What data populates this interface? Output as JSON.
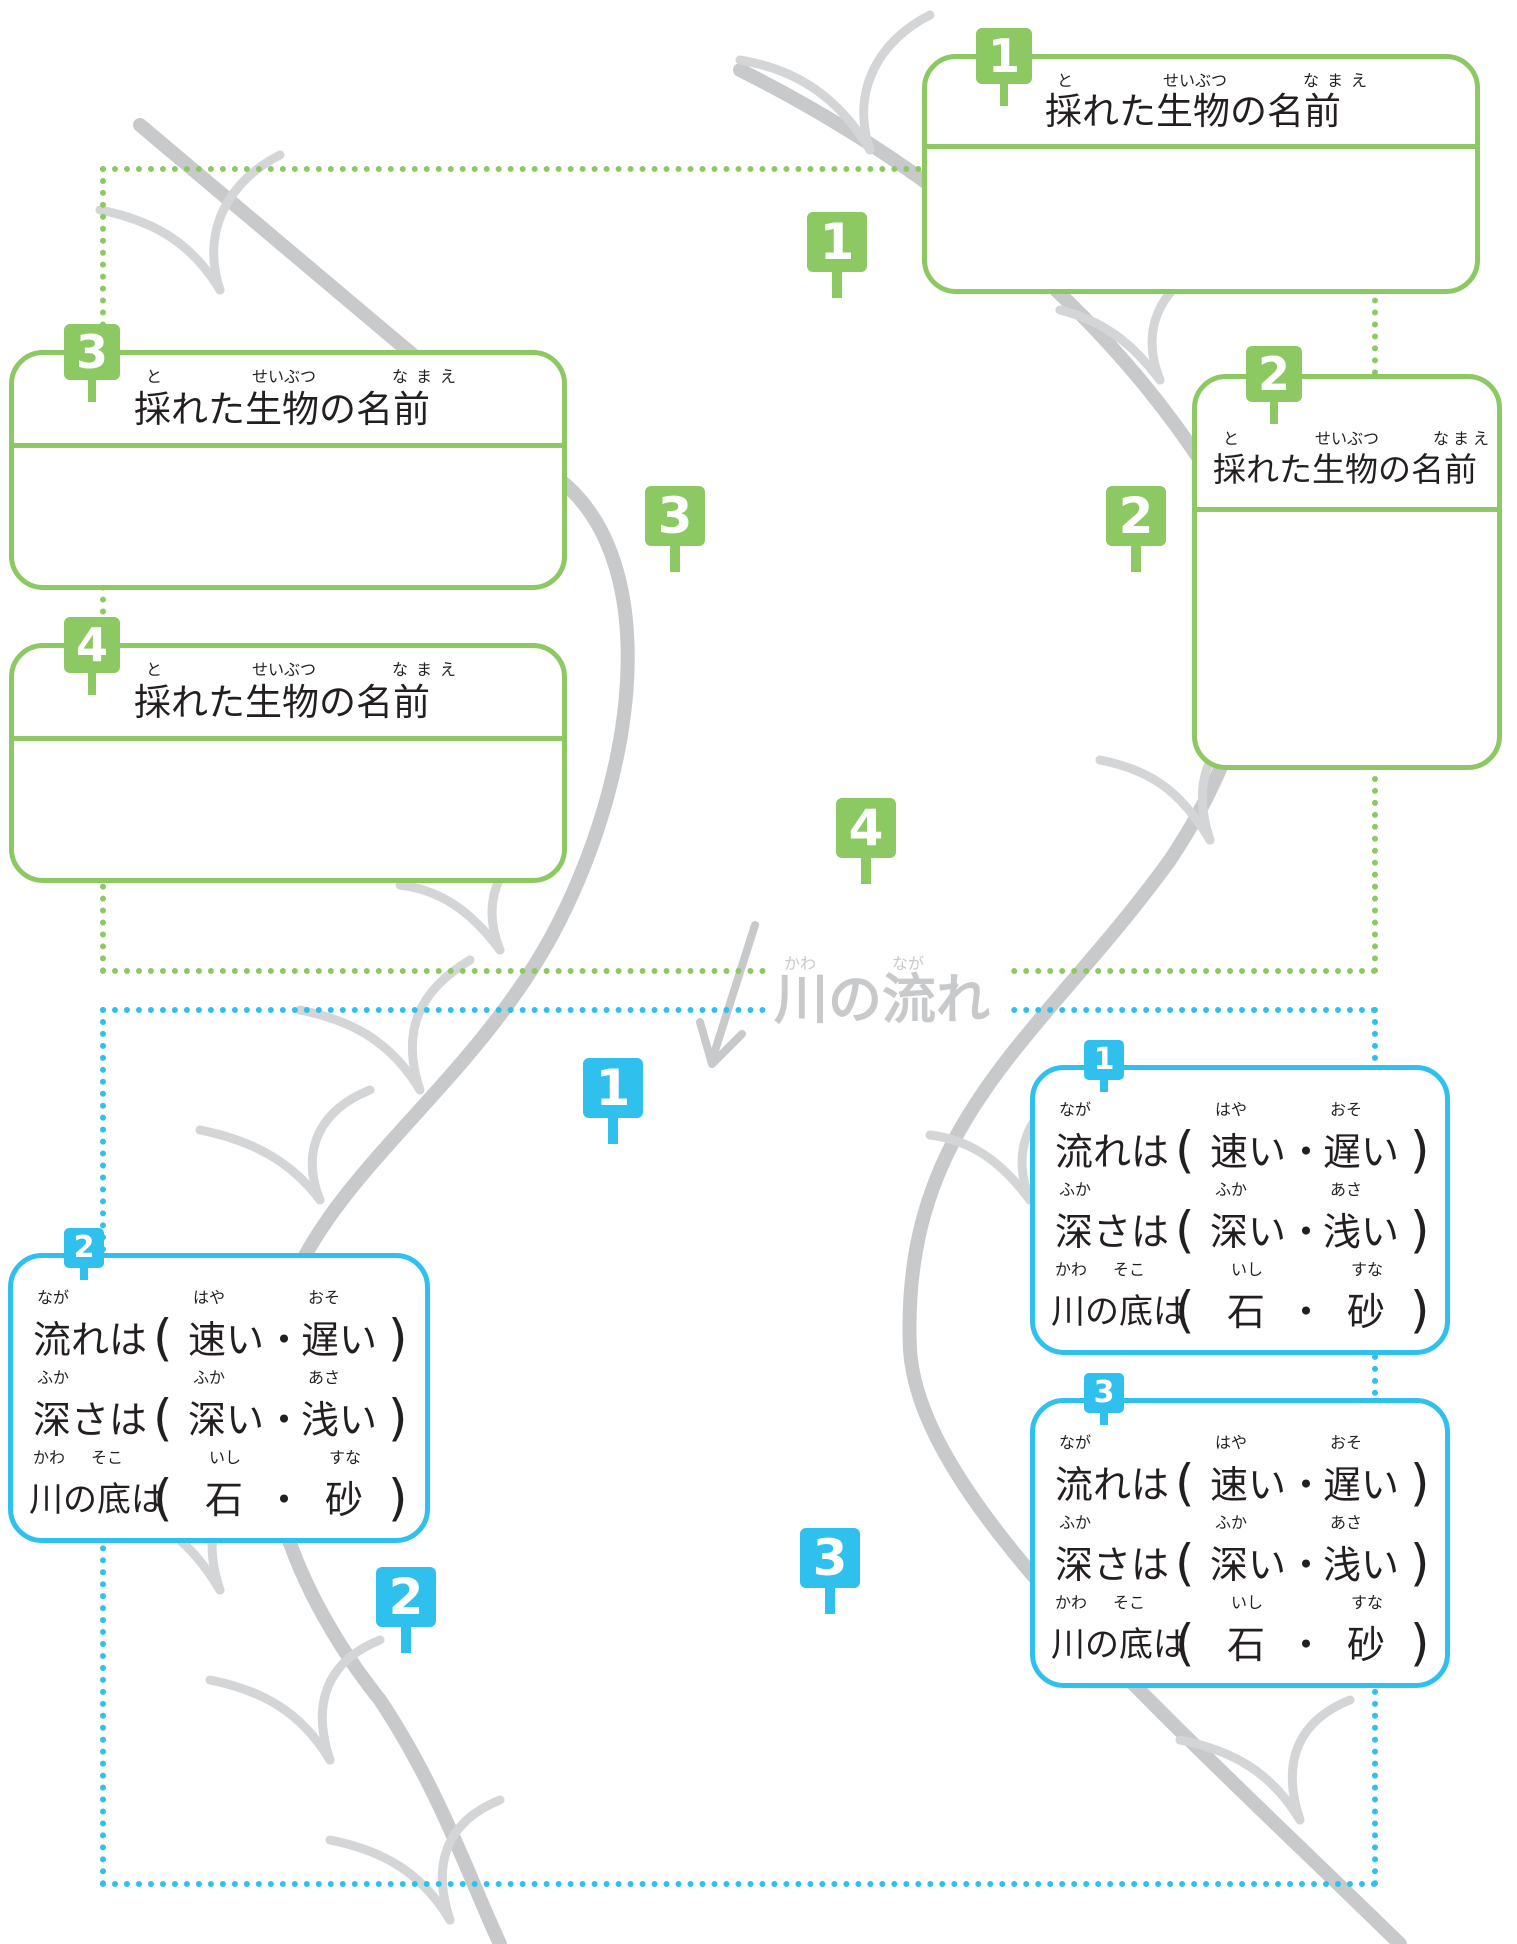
{
  "flow_label": {
    "text": "川の流れ",
    "ruby_kawa": "かわ",
    "ruby_naga": "なが"
  },
  "card_title": {
    "text": "採れた生物の名前",
    "ruby_to": "と",
    "ruby_seibutsu": "せいぶつ",
    "ruby_namae": "なまえ"
  },
  "green_markers": [
    "1",
    "2",
    "3",
    "4"
  ],
  "blue_markers": [
    "1",
    "2",
    "3"
  ],
  "blue_card": {
    "row1": {
      "label": "流れは",
      "label_ruby": "なが",
      "opt1": "速い",
      "opt1_ruby": "はや",
      "opt2": "遅い",
      "opt2_ruby": "おそ"
    },
    "row2": {
      "label": "深さは",
      "label_ruby": "ふか",
      "opt1": "深い",
      "opt1_ruby": "ふか",
      "opt2": "浅い",
      "opt2_ruby": "あさ"
    },
    "row3": {
      "label": "川の底は",
      "label_ruby_kawa": "かわ",
      "label_ruby_soko": "そこ",
      "opt1": "石",
      "opt1_ruby": "いし",
      "opt2": "砂",
      "opt2_ruby": "すな"
    },
    "paren_open": "(",
    "paren_close": ")",
    "separator": "・"
  },
  "colors": {
    "green": "#8cc963",
    "blue": "#2fc0ee",
    "river_gray": "#c8c9cb",
    "text": "#231f20"
  }
}
